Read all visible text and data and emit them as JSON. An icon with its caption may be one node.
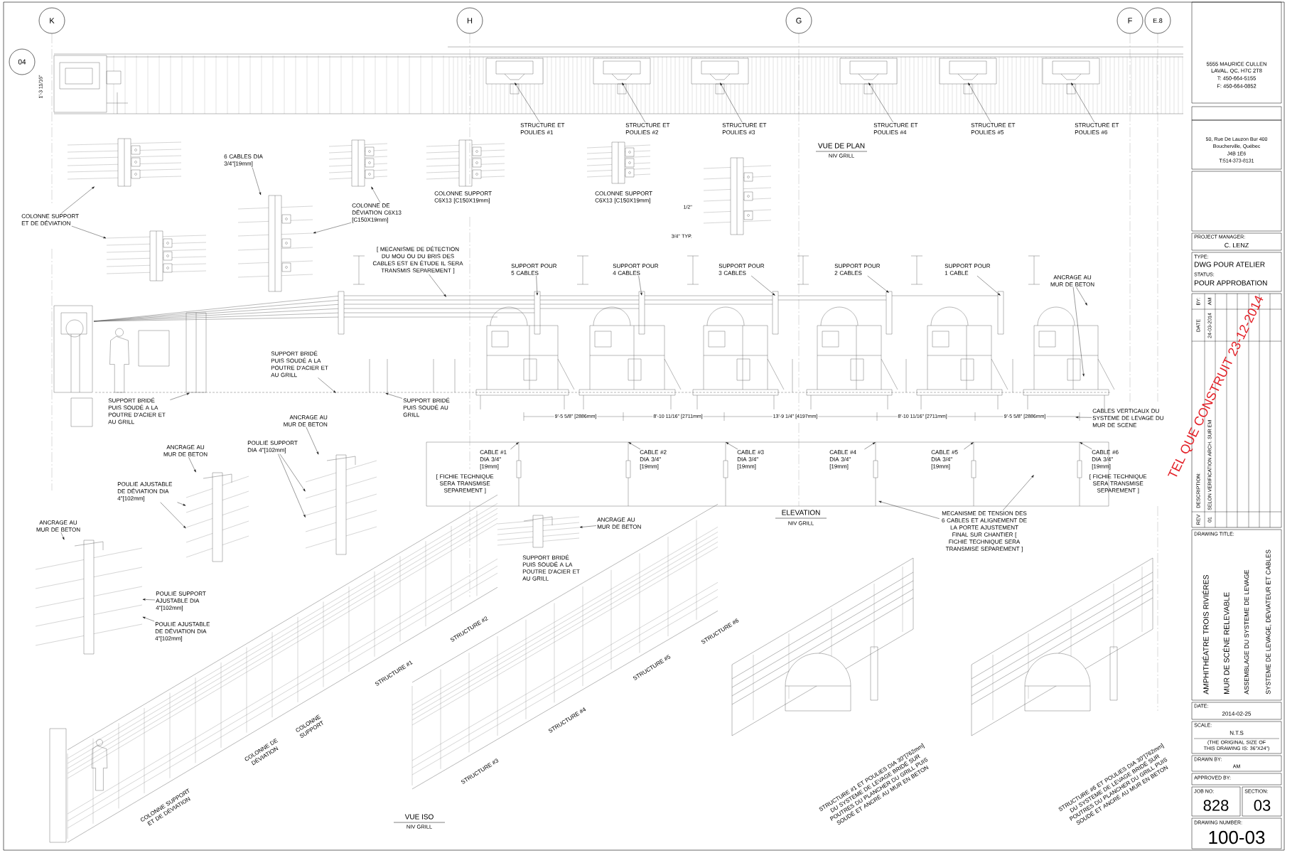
{
  "diagram": {
    "nodes": [
      {
        "text": [
          "6 CABLES DIA 3/4\"[19mm]"
        ]
      },
      {
        "text": [
          "COLONNE SUPPORT ET DE DÉVIATION"
        ]
      },
      {
        "text": [
          "COLONNE DE DÉVIATION C6X13 [C150X19mm]"
        ]
      },
      {
        "text": [
          "[ MECANISME DE DÉTECTION DU MOU OU DU BRIS DES CABLES EST EN ÉTUDE IL SERA TRANSMIS SEPAREMENT ]"
        ]
      },
      {
        "text": [
          "SUPPORT POUR 5 CABLES"
        ]
      },
      {
        "text": [
          "SUPPORT POUR 4 CABLES"
        ]
      },
      {
        "text": [
          "SUPPORT POUR 3 CABLES"
        ]
      },
      {
        "text": [
          "SUPPORT POUR 2 CABLES"
        ]
      },
      {
        "text": [
          "SUPPORT POUR 1 CABLE"
        ]
      },
      {
        "text": [
          "ANCRAGE AU MUR DE BETON"
        ]
      },
      {
        "text": [
          "CABLES VERTICAUX DU SYSTEME DE LEVAGE DU MUR DE SCENE"
        ]
      },
      {
        "text": [
          "SUPPORT BRIDÉ PUIS SOUDÉ A LA POUTRE D'ACIER ET AU GRILL"
        ]
      },
      {
        "text": [
          "SUPPORT BRIDÉ PUIS SOUDÉ A LA POUTRE D'ACIER ET AU GRILL"
        ]
      },
      {
        "text": [
          "SUPPORT BRIDÉ PUIS SOUDÉ AU GRILL"
        ]
      },
      {
        "text": [
          "ANCRAGE AU MUR DE BETON"
        ]
      },
      {
        "text": [
          "CABLE #1 DIA 3/4\" [19mm]"
        ]
      },
      {
        "text": [
          "CABLE #2 DIA 3/4\" [19mm]"
        ]
      },
      {
        "text": [
          "CABLE #3 DIA 3/4\" [19mm]"
        ]
      },
      {
        "text": [
          "CABLE #4 DIA 3/4\" [19mm]"
        ]
      },
      {
        "text": [
          "CABLE #5 DIA 3/4\" [19mm]"
        ]
      },
      {
        "text": [
          "CABLE #6 DIA 3/4\" [19mm]"
        ]
      },
      {
        "text": [
          "MECANISME DE TENSION DES 6 CABLES ET ALIGNEMENT DE LA PORTE AJUSTEMENT FINAL SUR CHANTIER [ FICHIE TECHNIQUE SERA TRANSMISE SEPAREMENT ]"
        ]
      },
      {
        "text": [
          "STRUCTURE ET POULIES #1"
        ]
      },
      {
        "text": [
          "STRUCTURE ET POULIES #2"
        ]
      },
      {
        "text": [
          "STRUCTURE ET POULIES #3"
        ]
      },
      {
        "text": [
          "STRUCTURE ET POULIES #4"
        ]
      },
      {
        "text": [
          "STRUCTURE ET POULIES #5"
        ]
      },
      {
        "text": [
          "STRUCTURE ET POULIES #6"
        ]
      },
      {
        "text": [
          "ANCRAGE AU MUR DE BETON"
        ]
      },
      {
        "text": [
          "POULIE SUPPORT DIA 4\"[102mm]"
        ]
      },
      {
        "text": [
          "POULIE AJUSTABLE DE DÉVIATION DIA 4\"[102mm]"
        ]
      },
      {
        "text": [
          "ANCRAGE AU MUR DE BETON"
        ]
      },
      {
        "text": [
          "POULIE SUPPORT AJUSTABLE DIA 4\"[102mm]"
        ]
      },
      {
        "text": [
          "POULIE AJUSTABLE DE DÉVIATION DIA 4\"[102mm]"
        ]
      },
      {
        "text": [
          "ANCRAGE AU MUR DE BETON"
        ]
      },
      {
        "text": [],
        "shape": "picture"
      },
      {
        "text": [],
        "shape": "picture"
      },
      {
        "text": [],
        "shape": "picture"
      },
      {
        "text": [],
        "shape": "picture"
      },
      {
        "text": [],
        "shape": "picture"
      },
      {
        "text": [],
        "shape": "picture"
      },
      {
        "text": [],
        "shape": "picture"
      },
      {
        "text": [],
        "shape": "picture"
      }
    ],
    "edges": [
      {
        "from": 0,
        "to": 37,
        "arrow": "to"
      },
      {
        "from": 1,
        "to": 35,
        "arrow": "to"
      },
      {
        "from": 1,
        "to": 36,
        "arrow": "to"
      },
      {
        "from": 2,
        "to": 37,
        "arrow": "to"
      },
      {
        "from": 2,
        "to": 38,
        "arrow": "to"
      },
      {
        "from": 3,
        "to": null,
        "arrow": "to"
      },
      {
        "from": 4,
        "to": null,
        "arrow": "to"
      },
      {
        "from": 5,
        "to": null,
        "arrow": "to"
      },
      {
        "from": 6,
        "to": null,
        "arrow": "to"
      },
      {
        "from": 7,
        "to": null,
        "arrow": "to"
      },
      {
        "from": 8,
        "to": null,
        "arrow": "to"
      },
      {
        "from": 9,
        "to": null,
        "arrow": "to"
      },
      {
        "from": 9,
        "to": null,
        "arrow": "to"
      },
      {
        "from": 10,
        "to": null,
        "arrow": "to"
      },
      {
        "from": 11,
        "to": null,
        "arrow": "to"
      },
      {
        "from": 12,
        "to": null,
        "arrow": "to"
      },
      {
        "from": 13,
        "to": null,
        "arrow": "to"
      },
      {
        "from": 14,
        "to": 41,
        "arrow": "to"
      },
      {
        "from": 15,
        "to": null,
        "arrow": "to"
      },
      {
        "from": 16,
        "to": null,
        "arrow": "to"
      },
      {
        "from": 17,
        "to": null,
        "arrow": "to"
      },
      {
        "from": 18,
        "to": null,
        "arrow": "to"
      },
      {
        "from": 19,
        "to": null,
        "arrow": "to"
      },
      {
        "from": 20,
        "to": null,
        "arrow": "to"
      },
      {
        "from": 21,
        "to": null,
        "arrow": "to"
      },
      {
        "from": 21,
        "to": null,
        "arrow": "to"
      },
      {
        "from": 22,
        "to": null,
        "arrow": "to"
      },
      {
        "from": 23,
        "to": null,
        "arrow": "to"
      },
      {
        "from": 24,
        "to": null,
        "arrow": "to"
      },
      {
        "from": 25,
        "to": null,
        "arrow": "to"
      },
      {
        "from": 26,
        "to": null,
        "arrow": "to"
      },
      {
        "from": 27,
        "to": null,
        "arrow": "to"
      },
      {
        "from": 28,
        "to": 40,
        "arrow": "to"
      },
      {
        "from": 29,
        "to": 41,
        "arrow": "to"
      },
      {
        "from": 29,
        "to": 41,
        "arrow": "to"
      },
      {
        "from": 30,
        "to": 40,
        "arrow": "to"
      },
      {
        "from": 30,
        "to": 40,
        "arrow": "to"
      },
      {
        "from": 31,
        "to": 39,
        "arrow": "to"
      },
      {
        "from": 32,
        "to": 39,
        "arrow": "to"
      },
      {
        "from": 33,
        "to": 39,
        "arrow": "to"
      },
      {
        "from": 34,
        "to": 42,
        "arrow": "to"
      }
    ],
    "labels": [
      "K",
      "H",
      "G",
      "F",
      "E.8",
      "04",
      "1'-3 11/16\"",
      "VUE DE PLAN",
      "NIV GRILL",
      "COLONNE SUPPORT C6X13 [C150X19mm]",
      "COLONNE SUPPORT C6X13 [C150X19mm]",
      "1/2\"",
      "3/4\" TYP.",
      "9'-5 5/8\" [2886mm]",
      "8'-10 11/16\" [2711mm]",
      "13'-9 1/4\" [4197mm]",
      "8'-10 11/16\" [2711mm]",
      "9'-5 5/8\" [2886mm]",
      "[ FICHIE TECHNIQUE SERA TRANSMISE SEPAREMENT ]",
      "[ FICHIE TECHNIQUE SERA TRANSMISE SEPAREMENT ]",
      "ELEVATION",
      "NIV GRILL",
      "SUPPORT BRIDÉ PUIS SOUDÉ A LA POUTRE D'ACIER ET AU GRILL",
      "STRUCTURE #2",
      "STRUCTURE #6",
      "STRUCTURE #1",
      "STRUCTURE #5",
      "COLONNE SUPPORT",
      "STRUCTURE #4",
      "COLONNE DE DÉVIATION",
      "STRUCTURE #3",
      "STRUCTURE #1 ET POULIES DIA 30\"[762mm] DU SYSTEME DE LEVAGE BRIDÉ SUR POUTRES DU PLANCHER DU GRILL PUIS SOUDÉ ET ANCRÉ AU MUR EN BETON",
      "STRUCTURE #6 ET POULIES DIA 30\"[762mm] DU SYSTEME DE LEVAGE BRIDÉ SUR POUTRES DU PLANCHER DU GRILL PUIS SOUDÉ ET ANCRÉ AU MUR EN BETON",
      "COLONNE SUPPORT ET DE DÉVIATION",
      "VUE ISO",
      "NIV GRILL",
      "TEL QUE CONSTRUIT 23-12-2014",
      "5555 MAURICE CULLEN",
      "LAVAL, QC, H7C 2T8",
      "T: 450-664-5155",
      "F: 450-664-0852",
      "50, Rue De Lauzon Bur 400",
      "Boucherville, Québec",
      "J4B 1E6",
      "T:514-373-8131",
      "PROJECT MANAGER:",
      "C. LENZ",
      "TYPE:",
      "DWG POUR ATELIER",
      "STATUS:",
      "POUR APPROBATION",
      "BY:",
      "AM",
      "DATE",
      "24-03-2014",
      "REV",
      "DESCRIPTION:",
      "01",
      "SELON VERIFICATION ARCH. SUR EM",
      "DRAWING TITLE:",
      "AMPHITHÉATRE TROIS RIVIÉRES",
      "MUR DE SCÉNE RELEVABLE",
      "ASSEMBLAGE DU SYSTEME DE LEVAGE",
      "SYSTEME DE LEVAGE, DEVIATEUR ET CABLES",
      "DATE:",
      "2014-02-25",
      "SCALE:",
      "N.T.S",
      "(THE ORIGINAL SIZE OF THIS DRAWING IS: 36\"X24\")",
      "DRAWN BY:",
      "AM",
      "APPROVED BY:",
      "JOB NO:",
      "828",
      "SECTION:",
      "03",
      "DRAWING NUMBER:",
      "100-03"
    ]
  }
}
